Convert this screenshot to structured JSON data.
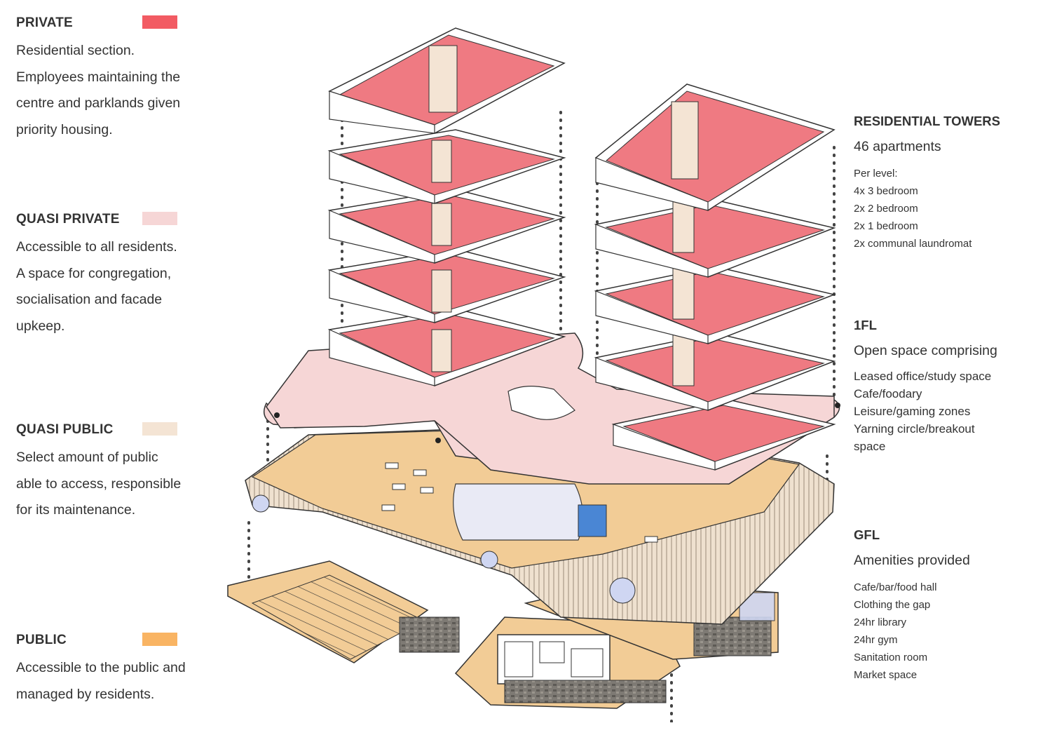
{
  "legend": [
    {
      "id": "private",
      "title": "PRIVATE",
      "color": "#f25b63",
      "lines": [
        "Residential section.",
        "Employees maintaining the",
        "centre and parklands given",
        "priority housing."
      ]
    },
    {
      "id": "quasi-private",
      "title": "QUASI PRIVATE",
      "color": "#f6d6d6",
      "lines": [
        "Accessible to all residents.",
        "A space for congregation,",
        "socialisation and facade",
        "upkeep."
      ]
    },
    {
      "id": "quasi-public",
      "title": "QUASI PUBLIC",
      "color": "#f4e4d4",
      "lines": [
        "Select amount of public",
        "able to access, responsible",
        "for its maintenance."
      ]
    },
    {
      "id": "public",
      "title": "PUBLIC",
      "color": "#f9b463",
      "lines": [
        "Accessible to  the public and",
        "managed by residents."
      ]
    }
  ],
  "towers": {
    "title": "RESIDENTIAL TOWERS",
    "subtitle": "46 apartments",
    "per_level_label": "Per level:",
    "items": [
      "4x 3 bedroom",
      "2x 2 bedroom",
      "2x 1 bedroom",
      "2x communal laundromat"
    ]
  },
  "first_floor": {
    "title": "1FL",
    "subtitle": "Open space comprising",
    "items": [
      "Leased office/study space",
      "Cafe/foodary",
      "Leisure/gaming zones",
      "Yarning circle/breakout",
      "space"
    ]
  },
  "ground_floor": {
    "title": "GFL",
    "subtitle": "Amenities provided",
    "items": [
      "Cafe/bar/food hall",
      "Clothing the gap",
      "24hr library",
      "24hr gym",
      "Sanitation room",
      "Market space"
    ]
  }
}
